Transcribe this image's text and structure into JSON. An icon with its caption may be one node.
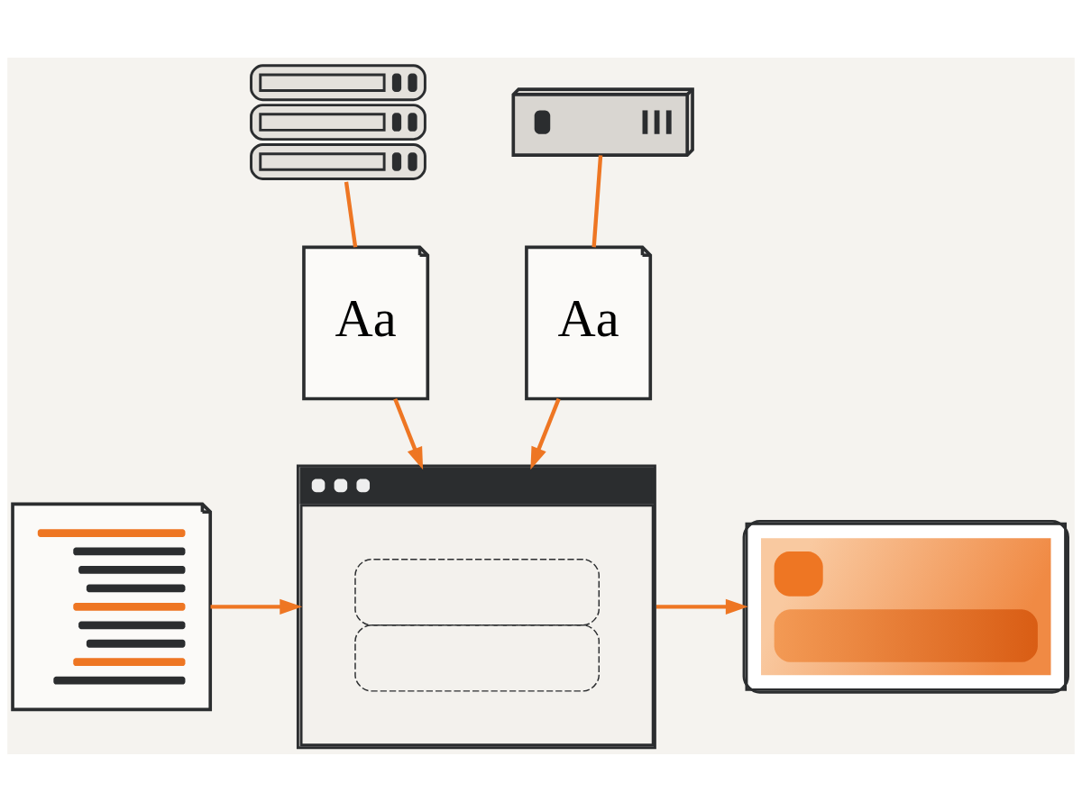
{
  "diagram": {
    "nodes": [
      {
        "text": [],
        "shape": "picture"
      },
      {
        "text": [],
        "shape": "picture"
      },
      {
        "text": [
          "Aa"
        ]
      },
      {
        "text": [
          "Aa"
        ]
      },
      {
        "text": [],
        "shape": "picture"
      },
      {
        "text": [],
        "shape": "picture"
      },
      {
        "text": [],
        "shape": "picture"
      }
    ],
    "edges": [
      {
        "from": 0,
        "to": 2,
        "arrow": "none"
      },
      {
        "from": 1,
        "to": 3,
        "arrow": "none"
      },
      {
        "from": 2,
        "to": 5,
        "arrow": "to"
      },
      {
        "from": 3,
        "to": 5,
        "arrow": "to"
      },
      {
        "from": 4,
        "to": 5,
        "arrow": "to"
      },
      {
        "from": 5,
        "to": 6,
        "arrow": "to"
      }
    ]
  }
}
